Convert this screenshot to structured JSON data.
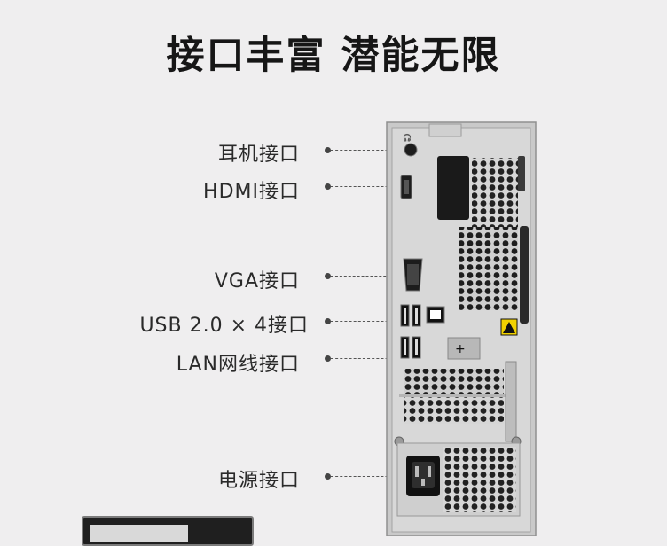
{
  "headline": "接口丰富 潜能无限",
  "ports": [
    {
      "label": "耳机接口",
      "icon": "headphone-jack-icon"
    },
    {
      "label": "HDMI接口",
      "icon": "hdmi-port-icon"
    },
    {
      "label": "VGA接口",
      "icon": "vga-port-icon"
    },
    {
      "label": "USB 2.0 × 4接口",
      "icon": "usb-port-icon"
    },
    {
      "label": "LAN网线接口",
      "icon": "lan-port-icon"
    },
    {
      "label": "电源接口",
      "icon": "power-socket-icon"
    }
  ],
  "colors": {
    "background": "#efeeef",
    "chassis": "#c8c8c8",
    "warning": "#f2d200"
  }
}
